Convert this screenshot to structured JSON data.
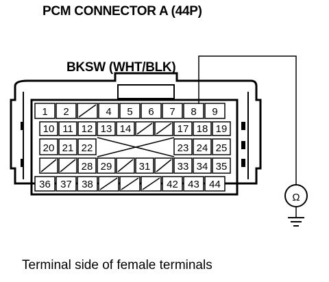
{
  "title": "PCM CONNECTOR A (44P)",
  "wire_label": "BKSW (WHT/BLK)",
  "caption": "Terminal side of female terminals",
  "probe_terminal": "8",
  "connector": {
    "rows": [
      [
        "1",
        "2",
        "",
        "4",
        "5",
        "6",
        "7",
        "8",
        "9"
      ],
      [
        "10",
        "11",
        "12",
        "13",
        "14",
        "",
        "",
        "17",
        "18",
        "19"
      ],
      [
        "20",
        "21",
        "22",
        "",
        "",
        "",
        "",
        "23",
        "24",
        "25"
      ],
      [
        "",
        "",
        "28",
        "29",
        "",
        "31",
        "",
        "33",
        "34",
        "35"
      ],
      [
        "36",
        "37",
        "38",
        "",
        "",
        "",
        "42",
        "43",
        "44"
      ]
    ]
  },
  "meter": {
    "symbol": "Ω",
    "icon": "ohmmeter-icon",
    "ground_icon": "ground-icon"
  }
}
